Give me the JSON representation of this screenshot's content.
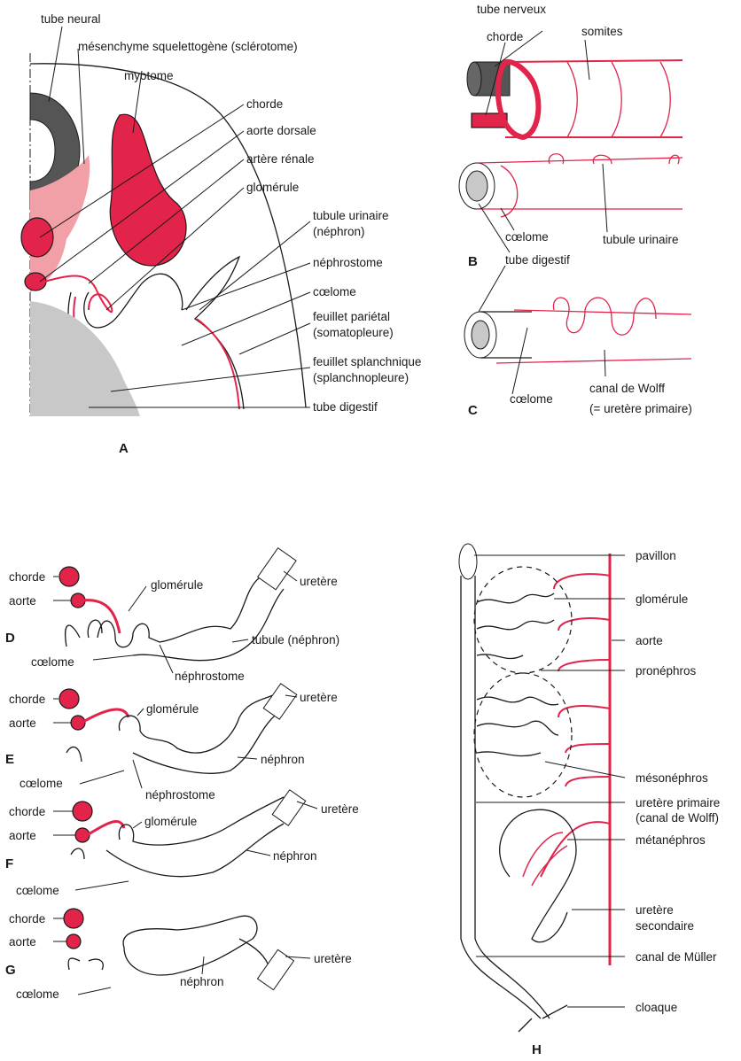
{
  "colors": {
    "red": "#e2234a",
    "dark_gray": "#555555",
    "light_gray": "#c8c8c8",
    "pink": "#f2a0a8"
  },
  "panels": {
    "A": "A",
    "B": "B",
    "C": "C",
    "D": "D",
    "E": "E",
    "F": "F",
    "G": "G",
    "H": "H"
  },
  "A": {
    "tube_neural": "tube neural",
    "mesenchyme": "mésenchyme squelettogène (sclérotome)",
    "myotome": "myotome",
    "chorde": "chorde",
    "aorte_dorsale": "aorte dorsale",
    "artere_renale": "artère rénale",
    "glomerule": "glomérule",
    "tubule_l1": "tubule urinaire",
    "tubule_l2": "(néphron)",
    "nephrostome": "néphrostome",
    "coelome": "cœlome",
    "parietal_l1": "feuillet pariétal",
    "parietal_l2": "(somatopleure)",
    "splanch_l1": "feuillet splanchnique",
    "splanch_l2": "(splanchnopleure)",
    "tube_digestif": "tube digestif"
  },
  "B": {
    "tube_nerveux": "tube nerveux",
    "chorde": "chorde",
    "somites": "somites",
    "coelome": "cœlome",
    "tubule_urinaire": "tubule urinaire",
    "tube_digestif": "tube digestif"
  },
  "C": {
    "coelome": "cœlome",
    "wolff_l1": "canal de Wolff",
    "wolff_l2": "(= uretère primaire)"
  },
  "D": {
    "chorde": "chorde",
    "aorte": "aorte",
    "glomerule": "glomérule",
    "uretere": "uretère",
    "tubule": "tubule (néphron)",
    "coelome": "cœlome",
    "nephrostome": "néphrostome"
  },
  "E": {
    "chorde": "chorde",
    "aorte": "aorte",
    "glomerule": "glomérule",
    "uretere": "uretère",
    "nephron": "néphron",
    "coelome": "cœlome",
    "nephrostome": "néphrostome"
  },
  "F": {
    "chorde": "chorde",
    "aorte": "aorte",
    "glomerule": "glomérule",
    "uretere": "uretère",
    "nephron": "néphron",
    "coelome": "cœlome"
  },
  "G": {
    "chorde": "chorde",
    "aorte": "aorte",
    "uretere": "uretère",
    "nephron": "néphron",
    "coelome": "cœlome"
  },
  "H": {
    "pavillon": "pavillon",
    "glomerule": "glomérule",
    "aorte": "aorte",
    "pronephros": "pronéphros",
    "mesonephros": "mésonéphros",
    "uretere_primaire_l1": "uretère primaire",
    "uretere_primaire_l2": "(canal de Wolff)",
    "metanephros": "métanéphros",
    "uretere_sec_l1": "uretère",
    "uretere_sec_l2": "secondaire",
    "canal_muller": "canal de Müller",
    "cloaque": "cloaque"
  }
}
